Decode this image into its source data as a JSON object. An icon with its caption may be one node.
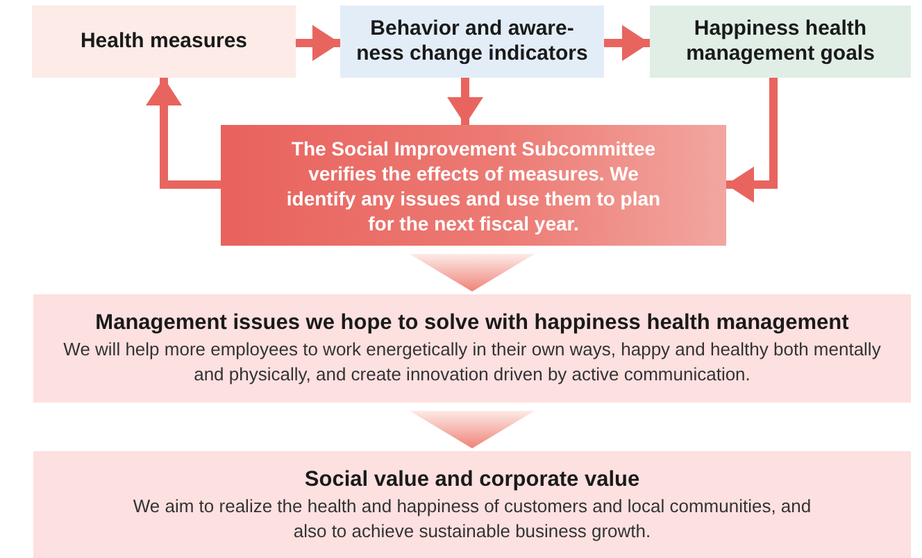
{
  "diagram": {
    "nodes": [
      {
        "text": [
          "Health measures"
        ]
      },
      {
        "text": [
          "Behavior and aware- ness change indicators"
        ]
      },
      {
        "text": [
          "Happiness health management goals"
        ]
      },
      {
        "text": [
          "The Social Improvement Subcommittee verifies the effects of measures. We identify any issues and use them to plan for the next fiscal year."
        ]
      },
      {
        "text": [
          "Management issues we hope to solve with happiness health management",
          "We will help more employees to work energetically in their own ways, happy and healthy both mentally and physically, and create innovation driven by active communication."
        ]
      },
      {
        "text": [
          "Social value and corporate value",
          "We aim to realize the health and happiness of customers and local communities, and also to achieve sustainable business growth."
        ]
      }
    ],
    "edges": [
      {
        "from": 0,
        "to": 1,
        "arrow": "to"
      },
      {
        "from": 1,
        "to": 2,
        "arrow": "to"
      },
      {
        "from": 1,
        "to": 3,
        "arrow": "to"
      },
      {
        "from": 2,
        "to": 3,
        "arrow": "to"
      },
      {
        "from": 3,
        "to": 0,
        "arrow": "to"
      },
      {
        "from": 3,
        "to": 4,
        "arrow": "to"
      },
      {
        "from": 4,
        "to": 5,
        "arrow": "to"
      }
    ]
  }
}
